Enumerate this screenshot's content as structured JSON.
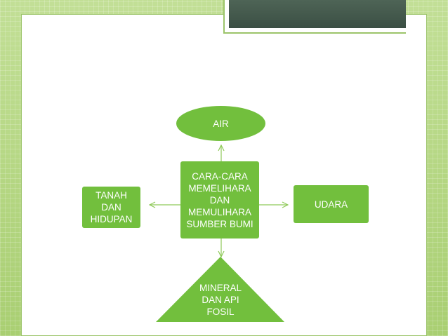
{
  "diagram": {
    "center": "CARA-CARA\nMEMELIHARA\nDAN\nMEMULIHARA\nSUMBER BUMI",
    "top": "AIR",
    "left": "TANAH\nDAN\nHIDUPAN",
    "right": "UDARA",
    "bottom": "MINERAL\nDAN API\nFOSIL"
  },
  "colors": {
    "shape_fill": "#72bf3d",
    "connector": "#8fc95a",
    "background": "#b9d989"
  }
}
